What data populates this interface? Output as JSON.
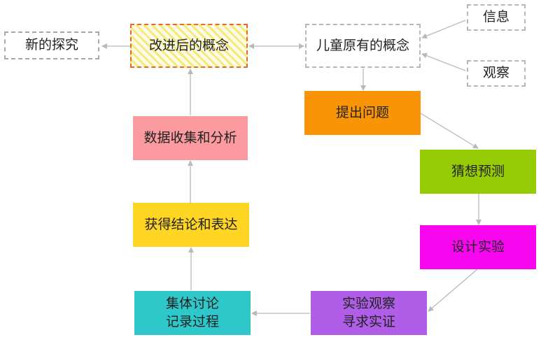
{
  "nodes": {
    "new_inquiry": {
      "label": "新的探究",
      "color": "#ffffff"
    },
    "improved_concept": {
      "label": "改进后的概念",
      "color": "#f8f39a"
    },
    "original_concept": {
      "label": "儿童原有的概念",
      "color": "#ffffff"
    },
    "information": {
      "label": "信息",
      "color": "#ffffff"
    },
    "observation": {
      "label": "观察",
      "color": "#ffffff"
    },
    "ask_question": {
      "label": "提出问题",
      "color": "#fa9407"
    },
    "guess_predict": {
      "label": "猜想预测",
      "color": "#95cc05"
    },
    "design_experiment": {
      "label": "设计实验",
      "color": "#f906f0"
    },
    "experiment_observe": {
      "label": "实验观察\n寻求实证",
      "color": "#b05ee7"
    },
    "group_discussion": {
      "label": "集体讨论\n记录过程",
      "color": "#2ec8ca"
    },
    "conclusion_expression": {
      "label": "获得结论和表达",
      "color": "#fdd522"
    },
    "data_analysis": {
      "label": "数据收集和分析",
      "color": "#fb9a9f"
    }
  },
  "arrow_color": "#b9b9b9"
}
